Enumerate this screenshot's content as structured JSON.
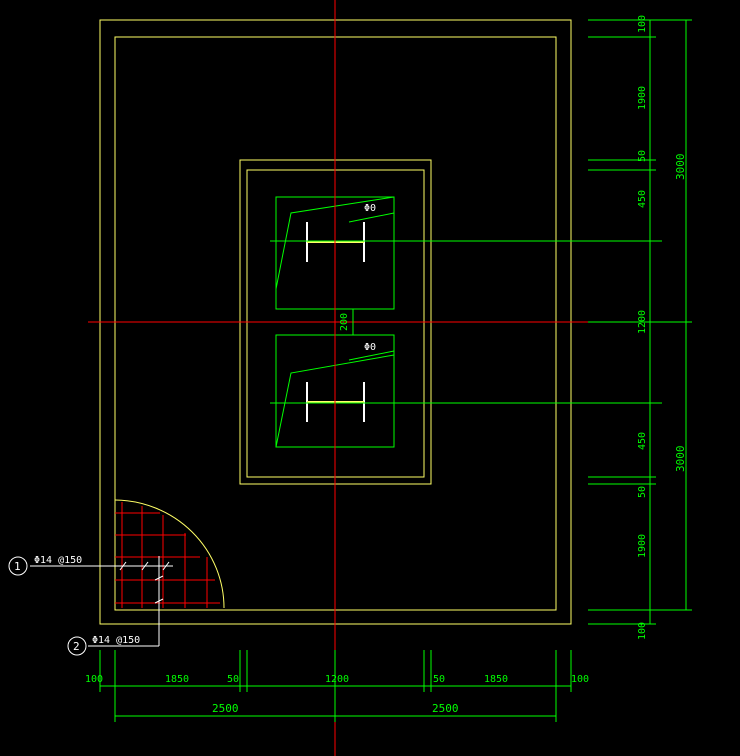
{
  "colors": {
    "background": "#000000",
    "outline": "#ffff66",
    "dimension": "#00ff00",
    "axis": "#ff0000",
    "rebar": "#ff0000",
    "leader": "#ffffff"
  },
  "dimensions": {
    "bottom_row": [
      "100",
      "1850",
      "50",
      "1200",
      "50",
      "1850",
      "100"
    ],
    "bottom_total": [
      "2500",
      "2500"
    ],
    "right_col": [
      "100",
      "1900",
      "50",
      "450",
      "1200",
      "450",
      "50",
      "1900",
      "100"
    ],
    "right_total": [
      "3000",
      "3000"
    ],
    "gap": "200"
  },
  "labels": {
    "rebar_1_no": "1",
    "rebar_1_text": "Φ14 @150",
    "rebar_2_no": "2",
    "rebar_2_text": "Φ14 @150",
    "anchor_1": "Φ0",
    "anchor_2": "Φ0"
  }
}
